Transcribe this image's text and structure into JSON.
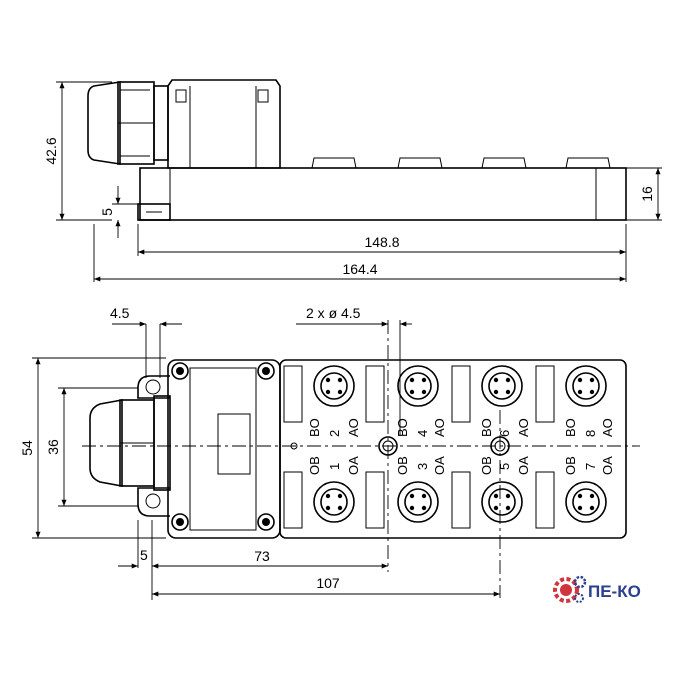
{
  "dimensions": {
    "height_total": "42.6",
    "height_base": "5",
    "height_right": "16",
    "length_body": "148.8",
    "length_total": "164.4",
    "hole_offset": "4.5",
    "holes": "2 x ø 4.5",
    "width_total": "54",
    "width_gland": "36",
    "offset_left": "5",
    "pos_73": "73",
    "pos_107": "107"
  },
  "ports": [
    {
      "num": "1",
      "top_label": "OB",
      "bottom_label": "OA"
    },
    {
      "num": "2",
      "top_label": "BO",
      "bottom_label": "AO"
    },
    {
      "num": "3",
      "top_label": "OB",
      "bottom_label": "OA"
    },
    {
      "num": "4",
      "top_label": "BO",
      "bottom_label": "AO"
    },
    {
      "num": "5",
      "top_label": "OB",
      "bottom_label": "OA"
    },
    {
      "num": "6",
      "top_label": "BO",
      "bottom_label": "AO"
    },
    {
      "num": "7",
      "top_label": "OB",
      "bottom_label": "OA"
    },
    {
      "num": "8",
      "top_label": "BO",
      "bottom_label": "AO"
    }
  ],
  "logo": {
    "text": "ПЕ-КО",
    "gear_color": "#d0343c",
    "text_color": "#2a3f8f"
  }
}
